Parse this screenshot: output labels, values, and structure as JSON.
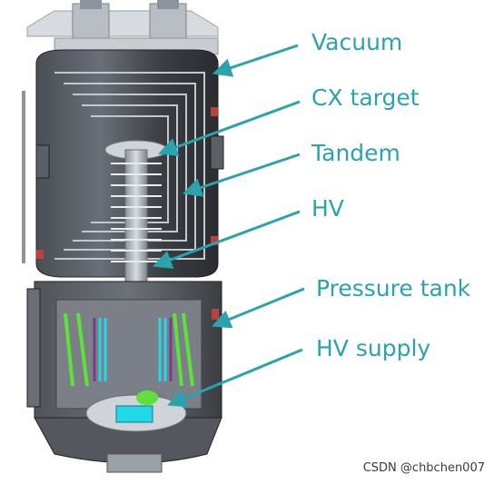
{
  "labels": {
    "vacuum": "Vacuum",
    "cx_target": "CX target",
    "tandem": "Tandem",
    "hv": "HV",
    "pressure_tank": "Pressure tank",
    "hv_supply": "HV supply"
  },
  "watermark": "CSDN @chbchen007",
  "colors": {
    "label_teal": "#2aa3ad",
    "vessel_dark": "#3a3d42",
    "flange_red": "#b8423f",
    "coil_green": "#5fe03a",
    "coil_cyan": "#2ad4e8"
  },
  "icons": [
    "arrow-icon"
  ]
}
